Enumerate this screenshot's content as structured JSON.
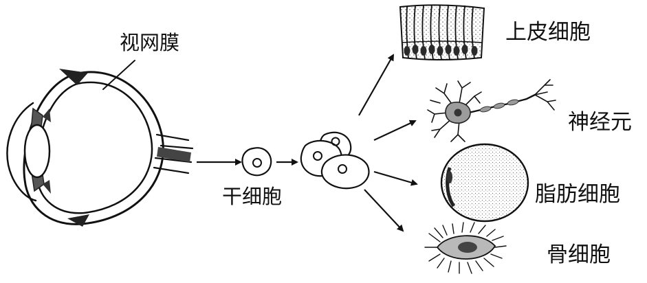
{
  "labels": {
    "retina": "视网膜",
    "stem_cell": "干细胞",
    "epithelial_cell": "上皮细胞",
    "neuron": "神经元",
    "fat_cell": "脂肪细胞",
    "bone_cell": "骨细胞"
  },
  "colors": {
    "ink": "#111111",
    "shade_dark": "#333333",
    "shade_mid": "#6a6a6a",
    "shade_light": "#d8d8d8",
    "background": "#ffffff"
  }
}
